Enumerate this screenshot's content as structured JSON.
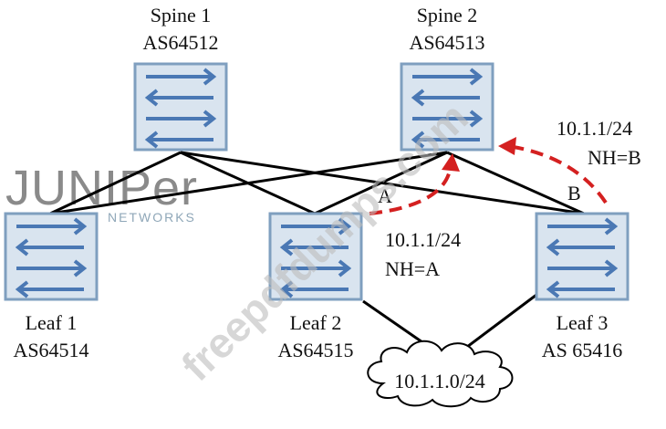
{
  "colors": {
    "switch_fill": "#d9e4ef",
    "switch_border": "#7f9fbf",
    "arrow": "#4a78b4",
    "link": "#000000",
    "route_arrow": "#d42020"
  },
  "nodes": {
    "spine1": {
      "name": "Spine 1",
      "asn": "AS64512"
    },
    "spine2": {
      "name": "Spine 2",
      "asn": "AS64513"
    },
    "leaf1": {
      "name": "Leaf 1",
      "asn": "AS64514"
    },
    "leaf2": {
      "name": "Leaf 2",
      "asn": "AS64515"
    },
    "leaf3": {
      "name": "Leaf 3",
      "asn": "AS 65416"
    }
  },
  "cloud": {
    "label": "10.1.1.0/24"
  },
  "link_labels": {
    "a": "A",
    "b": "B"
  },
  "routes": {
    "leaf2_to_spine2": {
      "prefix": "10.1.1/24",
      "nh": "NH=A"
    },
    "leaf3_to_spine2": {
      "prefix": "10.1.1/24",
      "nh": "NH=B"
    }
  },
  "watermarks": {
    "logo": "JUNIPer",
    "logo_sub": "NETWORKS",
    "site": "freepdfdumps.com"
  }
}
